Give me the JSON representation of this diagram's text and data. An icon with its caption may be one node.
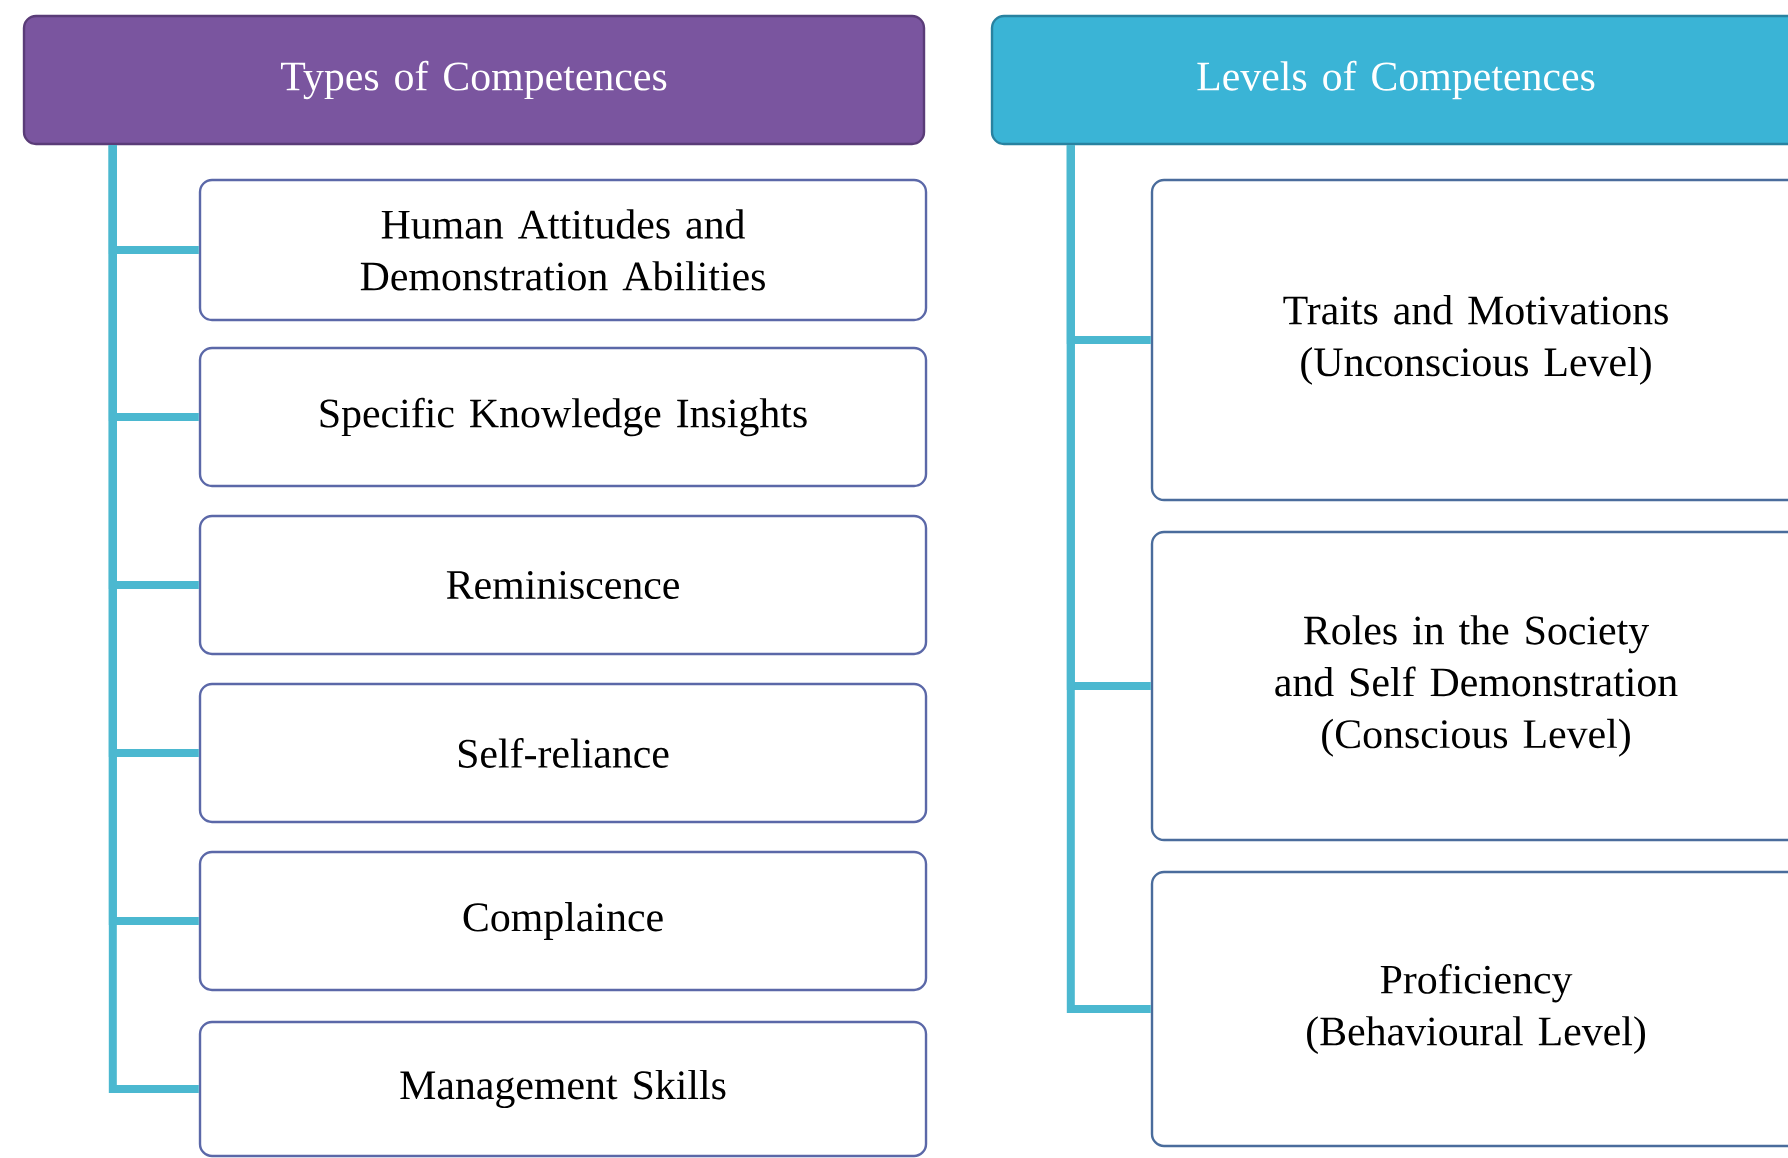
{
  "diagram": {
    "nodes": [
      {
        "text": [
          "Types of Competences"
        ]
      },
      {
        "text": [
          "Human Attitudes and Demonstration Abilities"
        ]
      },
      {
        "text": [
          "Specific Knowledge Insights"
        ]
      },
      {
        "text": [
          "Reminiscence"
        ]
      },
      {
        "text": [
          "Self-reliance"
        ]
      },
      {
        "text": [
          "Complaince"
        ]
      },
      {
        "text": [
          "Management Skills"
        ]
      },
      {
        "text": [
          "Levels of Competences"
        ]
      },
      {
        "text": [
          "Traits and Motivations (Unconscious Level)"
        ]
      },
      {
        "text": [
          "Roles in the Society and Self Demonstration (Conscious Level)"
        ]
      },
      {
        "text": [
          "Proficiency (Behavioural Level)"
        ]
      }
    ],
    "edges": [
      {
        "from": 0,
        "to": 1,
        "arrow": "none"
      },
      {
        "from": 0,
        "to": 2,
        "arrow": "none"
      },
      {
        "from": 0,
        "to": 3,
        "arrow": "none"
      },
      {
        "from": 0,
        "to": 4,
        "arrow": "none"
      },
      {
        "from": 0,
        "to": 5,
        "arrow": "none"
      },
      {
        "from": 0,
        "to": 6,
        "arrow": "none"
      },
      {
        "from": 7,
        "to": 8,
        "arrow": "none"
      },
      {
        "from": 7,
        "to": 9,
        "arrow": "none"
      },
      {
        "from": 7,
        "to": 10,
        "arrow": "none"
      }
    ]
  }
}
